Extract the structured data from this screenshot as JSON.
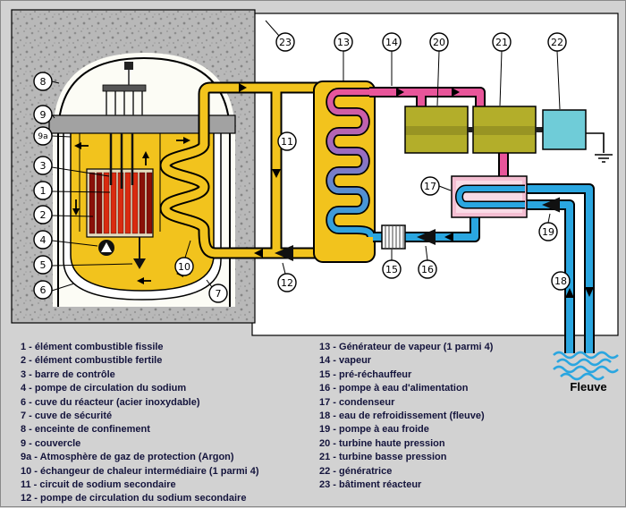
{
  "colors": {
    "background": "#d2d2d2",
    "sodium": "#f2c31d",
    "steam": "#e8559a",
    "water": "#2aa6e0",
    "coil_mid": "#9a6cc0",
    "turbine": "#b3ae2a",
    "generator": "#6fccd8",
    "condenser": "#f4bed2",
    "core_fissile": "#d92b10",
    "core_fertile": "#8a1008",
    "legend_text": "#14143c"
  },
  "markers": {
    "m1": "1",
    "m2": "2",
    "m3": "3",
    "m4": "4",
    "m5": "5",
    "m6": "6",
    "m7": "7",
    "m8": "8",
    "m9": "9",
    "m9a": "9a",
    "m10": "10",
    "m11": "11",
    "m12": "12",
    "m13": "13",
    "m14": "14",
    "m15": "15",
    "m16": "16",
    "m17": "17",
    "m18": "18",
    "m19": "19",
    "m20": "20",
    "m21": "21",
    "m22": "22",
    "m23": "23"
  },
  "legend": {
    "left": [
      "1 - élément combustible fissile",
      "2 - élément combustible fertile",
      "3 - barre de contrôle",
      "4 - pompe de circulation du sodium",
      "6 - cuve du réacteur (acier inoxydable)",
      "7 - cuve de sécurité",
      "8 - enceinte de confinement",
      "9 - couvercle",
      "9a - Atmosphère de gaz de protection (Argon)",
      "10 - échangeur de chaleur intermédiaire (1 parmi 4)",
      "11 - circuit de sodium secondaire",
      "12 - pompe de circulation du sodium secondaire"
    ],
    "right": [
      "13 - Générateur de vapeur (1 parmi 4)",
      "14 - vapeur",
      "15 - pré-réchauffeur",
      "16 - pompe à eau d'alimentation",
      "17 - condenseur",
      "18 - eau de refroidissement (fleuve)",
      "19 - pompe à eau froide",
      "20 - turbine haute pression",
      "21 - turbine basse pression",
      "22 - génératrice",
      "23 - bâtiment réacteur"
    ]
  },
  "river_label": "Fleuve"
}
